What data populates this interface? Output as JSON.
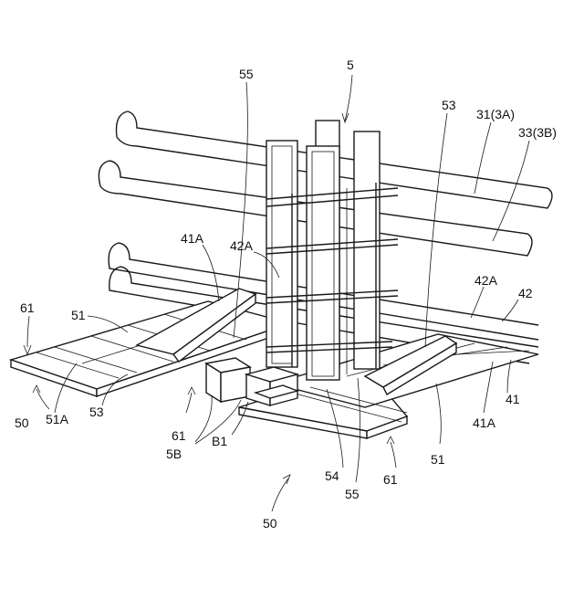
{
  "labels": {
    "l5": "5",
    "l55_top": "55",
    "l53_top": "53",
    "l31": "31(3A)",
    "l33": "33(3B)",
    "l41A_left": "41A",
    "l42A_left": "42A",
    "l42A_right": "42A",
    "l42": "42",
    "l61_left": "61",
    "l51_left": "51",
    "l50_left": "50",
    "l51A_left": "51A",
    "l53_left": "53",
    "l61_mid": "61",
    "l5B": "5B",
    "lB1": "B1",
    "l54": "54",
    "l55_bottom": "55",
    "l61_bottom": "61",
    "l51_right": "51",
    "l41A_right": "41A",
    "l41": "41",
    "l50_bottom": "50"
  }
}
